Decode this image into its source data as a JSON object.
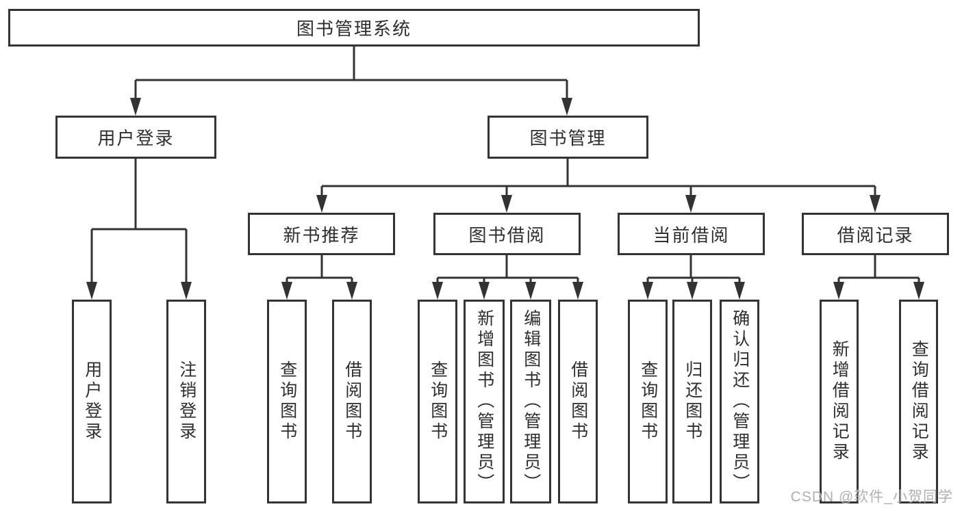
{
  "diagram_title": "图书管理系统",
  "tree": {
    "root": {
      "label": "图书管理系统"
    },
    "branches": [
      {
        "label": "用户登录",
        "children": [
          {
            "label": "用户登录"
          },
          {
            "label": "注销登录"
          }
        ]
      },
      {
        "label": "图书管理",
        "children": [
          {
            "label": "新书推荐",
            "children": [
              {
                "label": "查询图书"
              },
              {
                "label": "借阅图书"
              }
            ]
          },
          {
            "label": "图书借阅",
            "children": [
              {
                "label": "查询图书"
              },
              {
                "label": "新增图书（管理员）"
              },
              {
                "label": "编辑图书（管理员）"
              },
              {
                "label": "借阅图书"
              }
            ]
          },
          {
            "label": "当前借阅",
            "children": [
              {
                "label": "查询图书"
              },
              {
                "label": "归还图书"
              },
              {
                "label": "确认归还（管理员）"
              }
            ]
          },
          {
            "label": "借阅记录",
            "children": [
              {
                "label": "新增借阅记录"
              },
              {
                "label": "查询借阅记录"
              }
            ]
          }
        ]
      }
    ]
  },
  "watermark": {
    "text": "CSDN @软件_小贺同学"
  },
  "colors": {
    "line": "#333333",
    "box_border": "#333333",
    "box_background": "#ffffff",
    "text": "#2e2e2e",
    "watermark": "#b0b0b0",
    "background": "#ffffff"
  }
}
